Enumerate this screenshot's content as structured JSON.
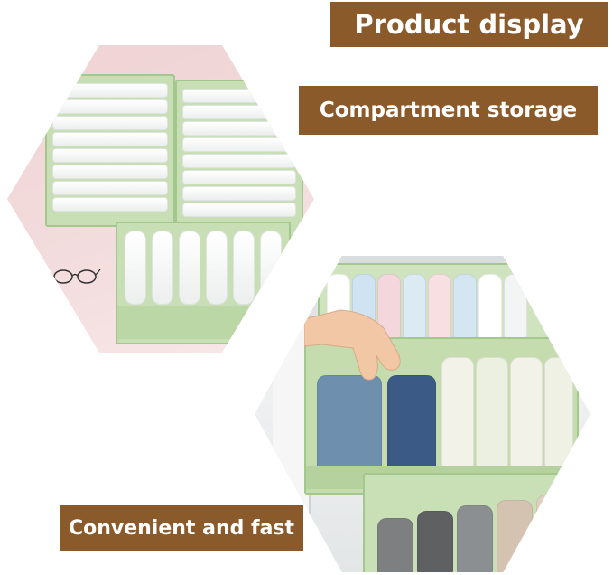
{
  "banners": {
    "top": "Product display",
    "middle": "Compartment storage",
    "bottom": "Convenient and fast"
  },
  "colors": {
    "banner": "#8a5a2b",
    "organizer_green": "#c8dfb5",
    "background_pink": "#efd2d4"
  },
  "icons": {
    "glasses": "eyeglasses-icon",
    "hand": "hand-icon"
  }
}
